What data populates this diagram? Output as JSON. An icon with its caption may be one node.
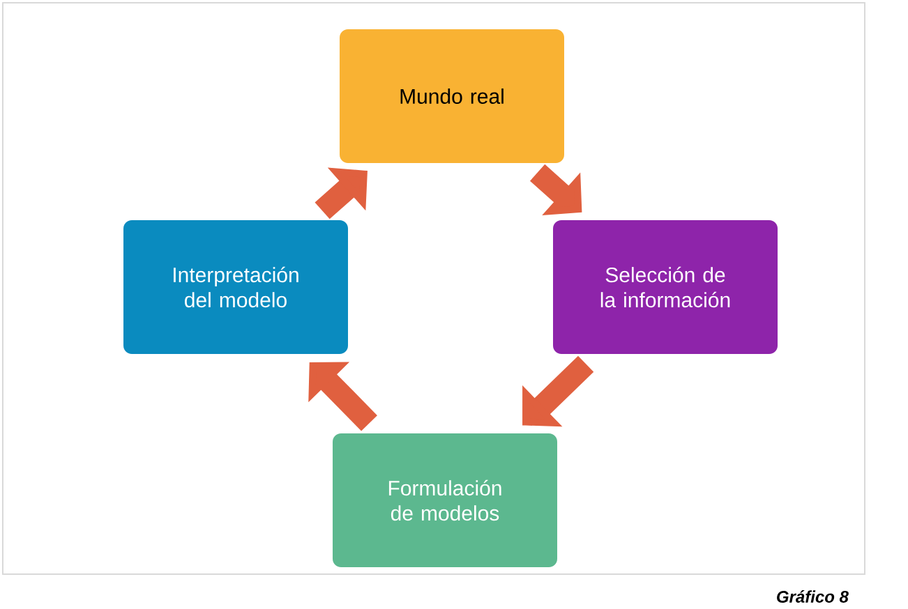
{
  "diagram": {
    "caption": "Gráfico 8",
    "nodes": [
      {
        "text": [
          "Mundo real"
        ]
      },
      {
        "text": [
          "Selección de la información"
        ]
      },
      {
        "text": [
          "Formulación de modelos"
        ]
      },
      {
        "text": [
          "Interpretación del modelo"
        ]
      }
    ],
    "edges": [
      {
        "from": 0,
        "to": 1,
        "arrow": "to"
      },
      {
        "from": 1,
        "to": 2,
        "arrow": "to"
      },
      {
        "from": 2,
        "to": 3,
        "arrow": "to"
      },
      {
        "from": 3,
        "to": 0,
        "arrow": "to"
      }
    ]
  }
}
